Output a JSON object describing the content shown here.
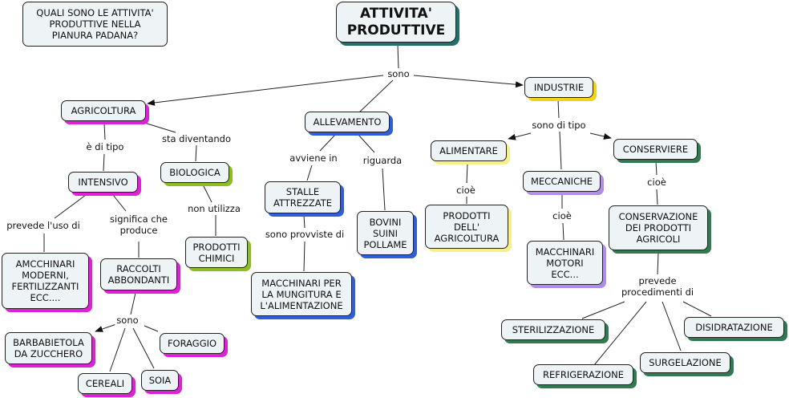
{
  "colors": {
    "node_fill": "#eef3f5",
    "border": "#222222",
    "shadow_teal": "#1f6f6b",
    "shadow_magenta": "#e020d8",
    "shadow_blue": "#2f5fd8",
    "shadow_yellow": "#f3d21a",
    "shadow_lightyellow": "#f7f08a",
    "shadow_green": "#8cbf1e",
    "shadow_purple": "#b08de8",
    "shadow_darkgreen": "#2f7a4f"
  },
  "question": "QUALI SONO LE ATTIVITA'\nPRODUTTIVE NELLA\nPIANURA PADANA?",
  "nodes": {
    "root": "ATTIVITA'\nPRODUTTIVE",
    "agricoltura": "AGRICOLTURA",
    "allevamento": "ALLEVAMENTO",
    "industrie": "INDUSTRIE",
    "intensivo": "INTENSIVO",
    "biologica": "BIOLOGICA",
    "prodotti_chimici": "PRODOTTI\nCHIMICI",
    "amcchinari": "AMCCHINARI\nMODERNI,\nFERTILIZZANTI\nECC....",
    "raccolti": "RACCOLTI\nABBONDANTI",
    "barbabietola": "BARBABIETOLA\nDA ZUCCHERO",
    "foraggio": "FORAGGIO",
    "cereali": "CEREALI",
    "soia": "SOIA",
    "stalle": "STALLE\nATTREZZATE",
    "macchinari_mungitura": "MACCHINARI PER\nLA MUNGITURA E\nL'ALIMENTAZIONE",
    "bovini": "BOVINI\nSUINI\nPOLLAME",
    "alimentare": "ALIMENTARE",
    "prodotti_agricoltura": "PRODOTTI\nDELL'\nAGRICOLTURA",
    "meccaniche": "MECCANICHE",
    "macchinari_motori": "MACCHINARI\nMOTORI\nECC...",
    "conserviere": "CONSERVIERE",
    "conservazione": "CONSERVAZIONE\nDEI PRODOTTI\nAGRICOLI",
    "sterilizzazione": "STERILIZZAZIONE",
    "disidratazione": "DISIDRATAZIONE",
    "refrigerazione": "REFRIGERAZIONE",
    "surgelazione": "SURGELAZIONE"
  },
  "links": {
    "sono_root": "sono",
    "e_di_tipo": "è di tipo",
    "sta_diventando": "sta diventando",
    "non_utilizza": "non utilizza",
    "prevede_uso": "prevede l'uso di",
    "significa": "significa che\nproduce",
    "sono_raccolti": "sono",
    "avviene_in": "avviene in",
    "riguarda": "riguarda",
    "sono_provviste": "sono provviste di",
    "sono_di_tipo": "sono di tipo",
    "cioe_alimentare": "cioè",
    "cioe_meccaniche": "cioè",
    "cioe_conserviere": "cioè",
    "prevede_procedimenti": "prevede\nprocedimenti di"
  }
}
